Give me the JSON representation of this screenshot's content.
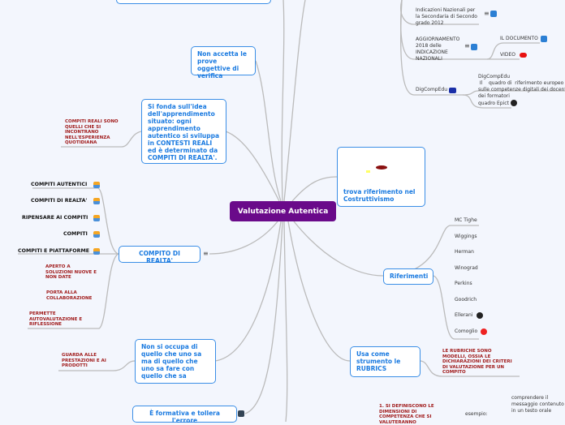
{
  "central": "Valutazione Autentica",
  "left": {
    "non_accetta": "Non accetta le prove oggettive di verifica",
    "si_fonda": "Si fonda sull'idea dell'apprendimento situato: ogni apprendimento autentico si sviluppa in CONTESTI REALI ed è determinato da COMPITI DI REALTA'.",
    "compiti_reali": "COMPITI REALI SONO QUELLI CHE SI INCONTRANO NELL'ESPERIENZA QUOTIDIANA",
    "compito_realta": "COMPITO DI REALTA'",
    "compito_items": [
      "COMPITI AUTENTICI",
      "COMPITI DI REALTA'",
      "RIPENSARE AI COMPITI",
      "COMPITI",
      "COMPITI E PIATTAFORME"
    ],
    "compito_notes": [
      "APERTO A SOLUZIONI NUOVE E NON DATE",
      "PORTA ALLA COLLABORAZIONE",
      "PERMETTE AUTOVALUTAZIONE E RIFLESSIONE"
    ],
    "non_si_occupa": "Non si occupa di quello che uno sa ma di quello che uno sa fare con quello che sa",
    "guarda": "GUARDA ALLE PRESTAZIONI E AI PRODOTTI",
    "formativa": "È formativa e tollera l'errore"
  },
  "right": {
    "indicazioni": "Indicazioni Nazionali per la Secondaria di Secondo grado 2012",
    "aggiornamento": "AGGIORNAMENTO 2018 delle INDICAZIONE NAZIONALI",
    "il_documento": "IL DOCUMENTO",
    "video": "VIDEO",
    "digcompedu": "DigCompEdu",
    "digcompedu_desc": "DigCompEdu\n Il    quadro di  riferimento europeo sulle competenze digitali dei docenti e dei formatori",
    "quadro_epict": "quadro Epict",
    "trova": "trova riferimento nel Costruttivismo",
    "riferimenti": "Riferimenti",
    "riferimenti_items": [
      "MC Tighe",
      "Wiggings",
      "Herman",
      "Winograd",
      "Perkins",
      "Goodrich",
      "Ellerani",
      "Comoglio"
    ],
    "usa_come": "Usa come strumento le RUBRICS",
    "rubriche": "LE RUBRICHE  SONO MODELLI, OSSIA LE DICHIARAZIONI DEI CRITERI DI VALUTAZIONE PER UN COMPITO",
    "si_definiscono": "1. SI DEFINISCONO LE DIMENSIONI DI COMPETENZA CHE SI VALUTERANNO",
    "esempio": "esempio:",
    "comprendere": "comprendere il messaggio contenuto in un testo orale"
  }
}
